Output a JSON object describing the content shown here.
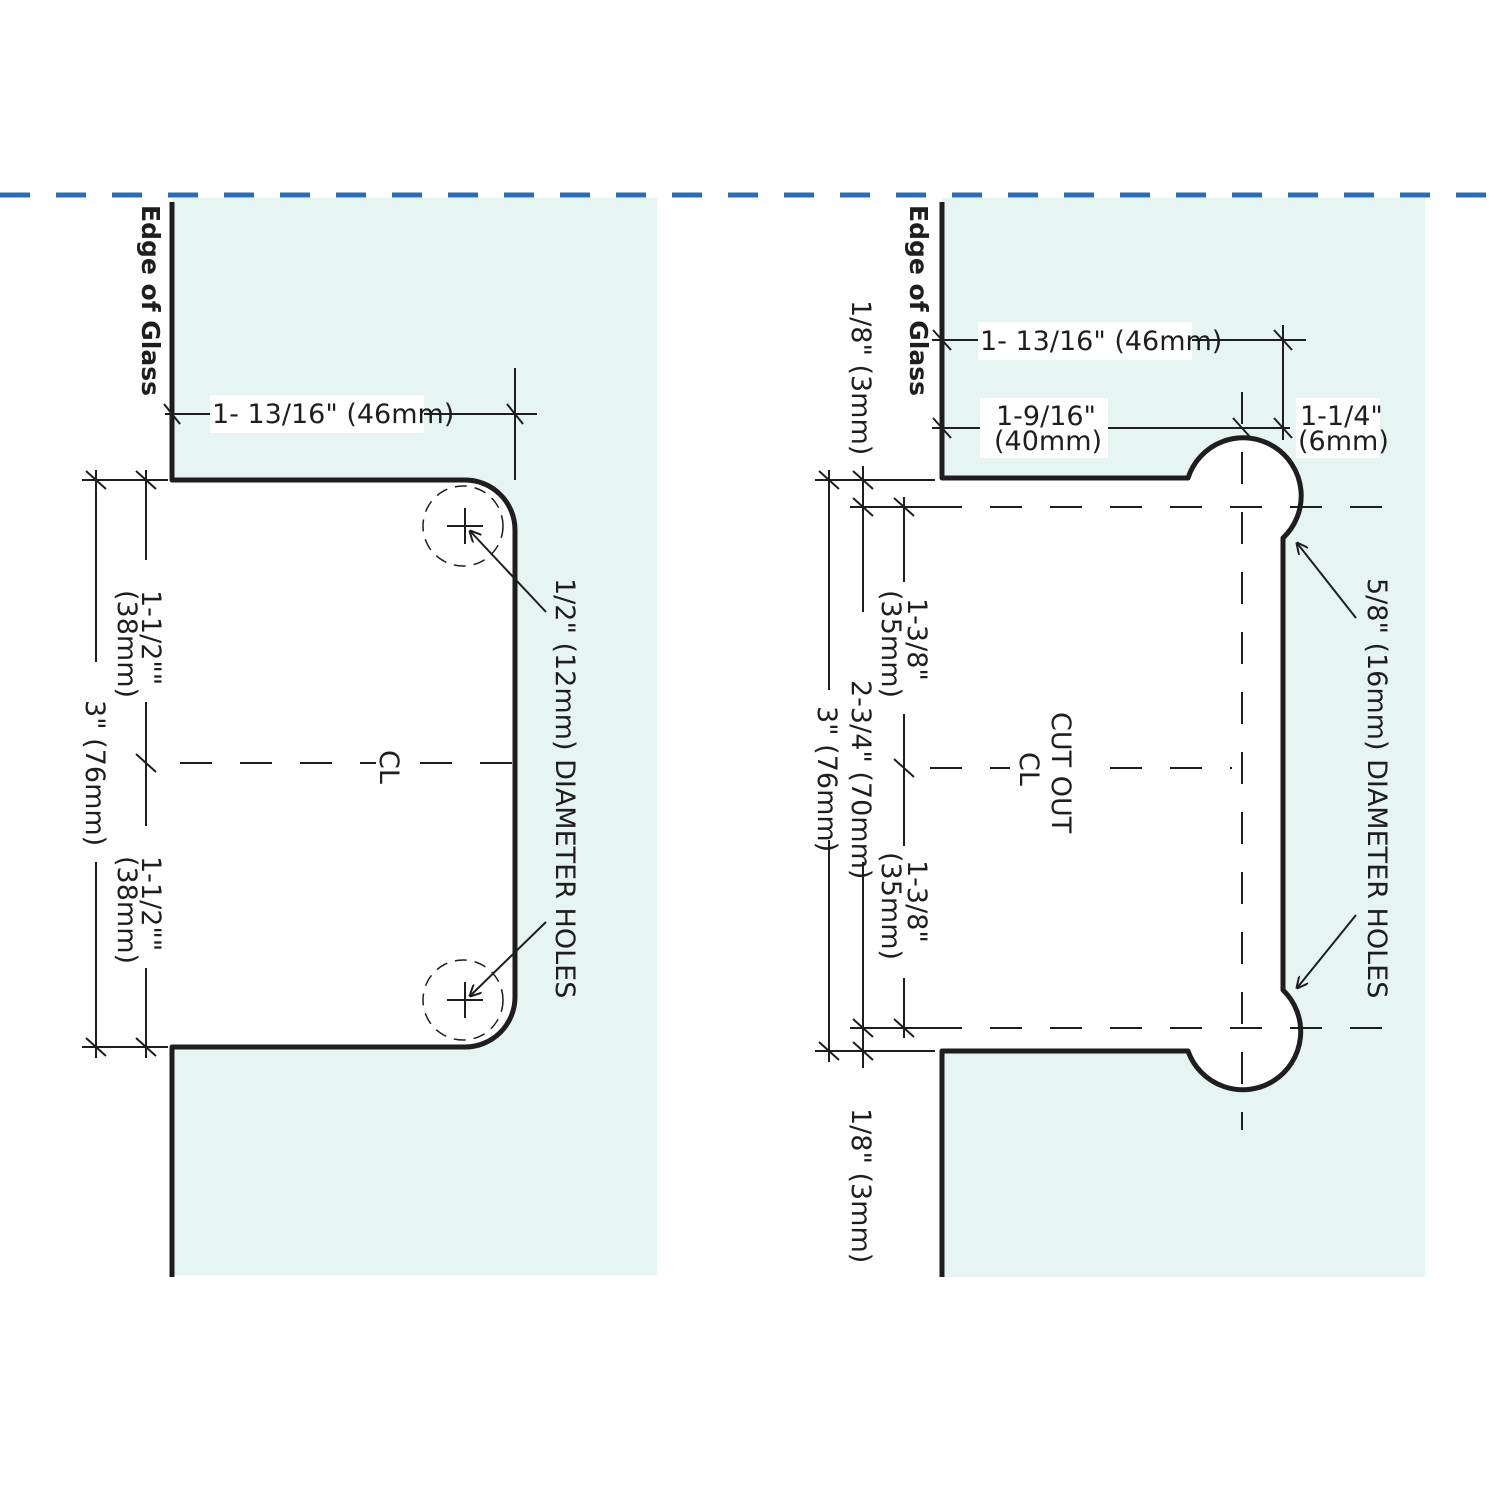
{
  "colors": {
    "glass_fill": "#e6f4f2",
    "reference_line": "#2a6db5",
    "ink": "#1e1e1e"
  },
  "left_detail": {
    "edge_label": "Edge of Glass",
    "width_dim": "1- 13/16\" (46mm)",
    "upper_half_dim_imperial": "1-1/2\"\"",
    "upper_half_dim_metric": "(38mm)",
    "lower_half_dim_imperial": "1-1/2\"\"",
    "lower_half_dim_metric": "(38mm)",
    "total_dim": "3\" (76mm)",
    "centerline_label": "CL",
    "holes_callout": "1/2\" (12mm) DIAMETER HOLES"
  },
  "right_detail": {
    "edge_label": "Edge of Glass",
    "width_dim": "1- 13/16\" (46mm)",
    "inner_width_dim_imperial": "1-9/16\"",
    "inner_width_dim_metric": "(40mm)",
    "offset_dim_imperial": "1-1/4\"",
    "offset_dim_metric": "(6mm)",
    "top_gap_dim": "1/8\" (3mm)",
    "bottom_gap_dim": "1/8\" (3mm)",
    "upper_half_dim_imperial": "1-3/8\"",
    "upper_half_dim_metric": "(35mm)",
    "lower_half_dim_imperial": "1-3/8\"",
    "lower_half_dim_metric": "(35mm)",
    "inner_total_dim": "2-3/4\" (70mm)",
    "total_dim": "3\" (76mm)",
    "cutout_label_line1": "CUT OUT",
    "cutout_label_line2": "CL",
    "holes_callout": "5/8\" (16mm) DIAMETER HOLES"
  }
}
